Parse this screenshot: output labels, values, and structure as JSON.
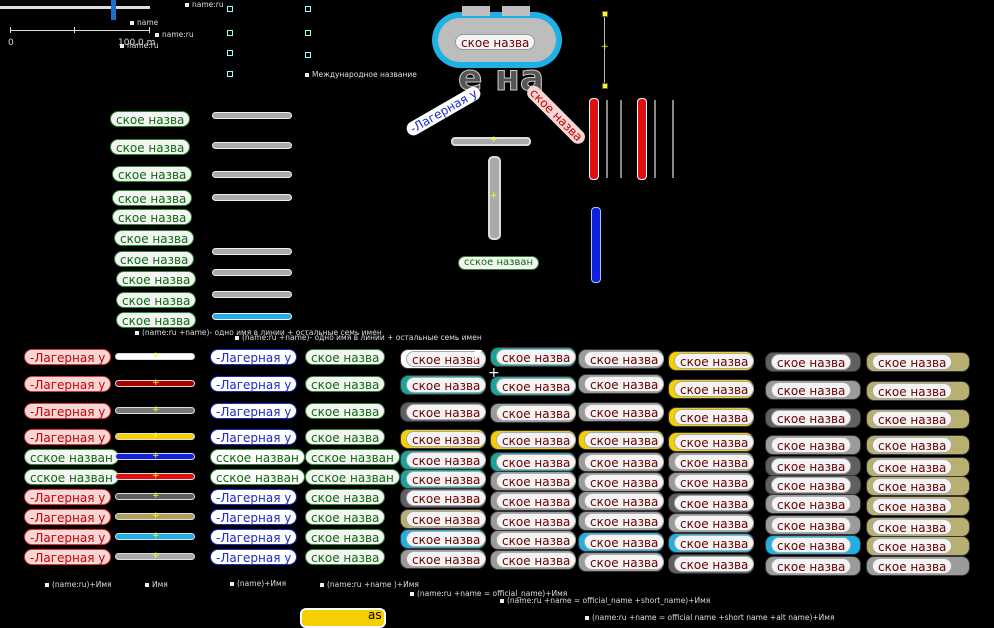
{
  "scale": {
    "zero": "0",
    "hundred": "100.0 m"
  },
  "top_labels": {
    "name_ru_1": "name:ru",
    "name": "name",
    "name_ru_2": "name:ru",
    "name_ru_3": "name:ru",
    "intl": "Международное название"
  },
  "label_texts": {
    "green": "ское назва",
    "green2": "сское назван",
    "red": "-Лагерная у",
    "blue": "-Лагерная у",
    "dark": "ское назва",
    "big": "е на"
  },
  "captions": {
    "c1": "(name:ru +name)- одно имя в линии + остальные семь имен",
    "c2": "(name:ru +name)- одно имя в линии + остальные семь имен",
    "c3": "(name:ru)+Имя",
    "c4": "Имя",
    "c5": "(name)+Имя",
    "c6": "(name:ru +name )+Имя",
    "c7": "(name:ru +name = official_name)+Имя",
    "c8": "(name:ru +name = official_name +short_name)+Имя",
    "c9": "(name:ru +name = official name +short name +alt name)+Имя"
  },
  "bottom_partial": "as",
  "colors": {
    "cyan": "#1fb0e6",
    "gold": "#f6cf00",
    "teal": "#1aa39a",
    "gray": "#9b9b9b",
    "darkgray": "#606060",
    "khaki": "#b8b070",
    "red": "#e01010",
    "blue": "#1020e0"
  }
}
